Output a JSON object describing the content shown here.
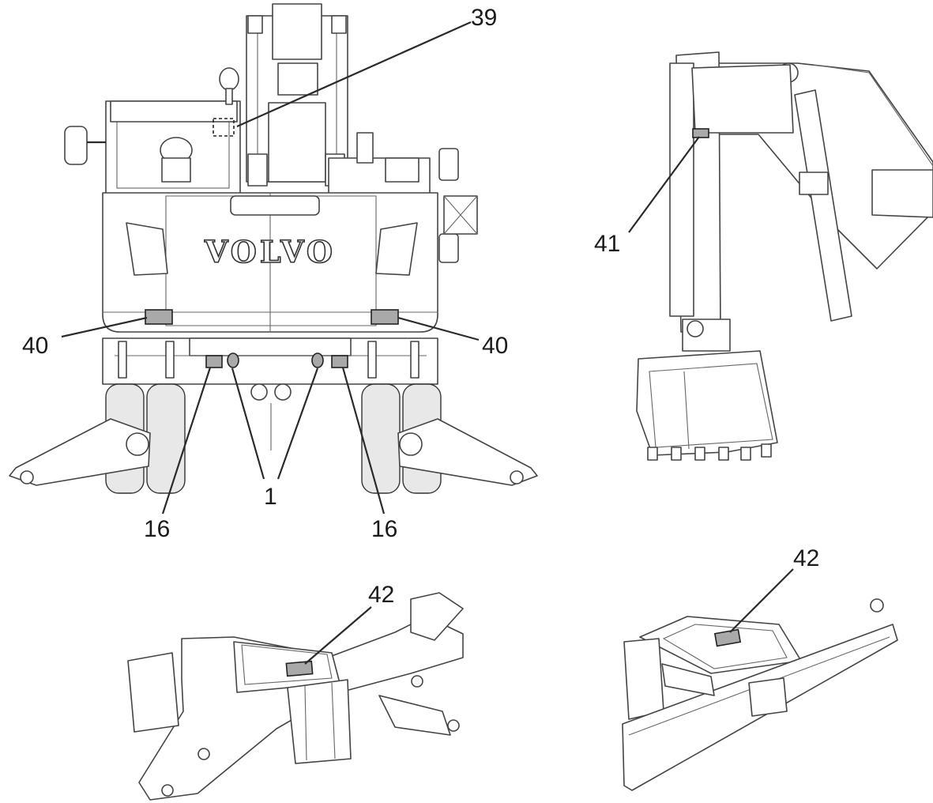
{
  "brand": {
    "logo_text": "VOLVO"
  },
  "callouts": {
    "c39": "39",
    "c40_left": "40",
    "c40_right": "40",
    "c16_left": "16",
    "c16_right": "16",
    "c1": "1",
    "c41": "41",
    "c42_outrigger": "42",
    "c42_blade": "42"
  },
  "colors": {
    "line": "#2a2a2a",
    "decal_fill": "#a9a9a9",
    "drawing_stroke": "#444444",
    "background": "#ffffff"
  }
}
